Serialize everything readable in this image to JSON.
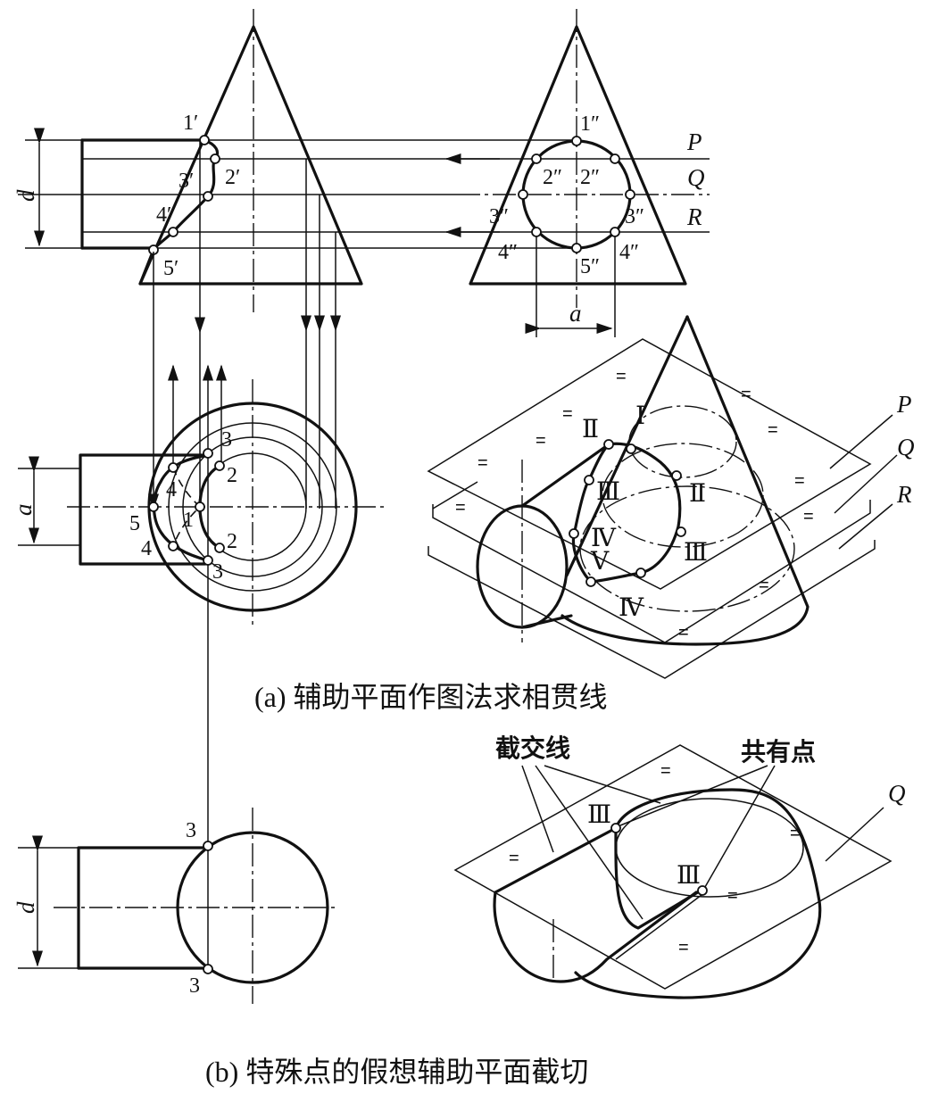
{
  "front_view": {
    "points": [
      "1′",
      "2′",
      "3′",
      "4′",
      "5′"
    ],
    "dim_label": "d"
  },
  "side_view": {
    "points": [
      "1″",
      "2″",
      "2″",
      "3″",
      "3″",
      "4″",
      "4″",
      "5″"
    ],
    "planes": [
      "P",
      "Q",
      "R"
    ],
    "dim_label": "a"
  },
  "top_view": {
    "points": [
      "1",
      "2",
      "2",
      "3",
      "3",
      "4",
      "4",
      "5"
    ],
    "dim_label": "a"
  },
  "pictorial_a": {
    "planes": [
      "P",
      "Q",
      "R"
    ],
    "roman_points": [
      "Ⅰ",
      "Ⅱ",
      "Ⅱ",
      "Ⅲ",
      "Ⅲ",
      "Ⅳ",
      "Ⅳ",
      "Ⅴ"
    ]
  },
  "caption_a": "(a) 辅助平面作图法求相贯线",
  "view_b": {
    "points": [
      "3",
      "3"
    ],
    "dim_label": "d"
  },
  "pictorial_b": {
    "label_section": "截交线",
    "label_common": "共有点",
    "plane": "Q",
    "roman_points": [
      "Ⅲ",
      "Ⅲ"
    ]
  },
  "caption_b": "(b)  特殊点的假想辅助平面截切",
  "hatch_mark": "="
}
